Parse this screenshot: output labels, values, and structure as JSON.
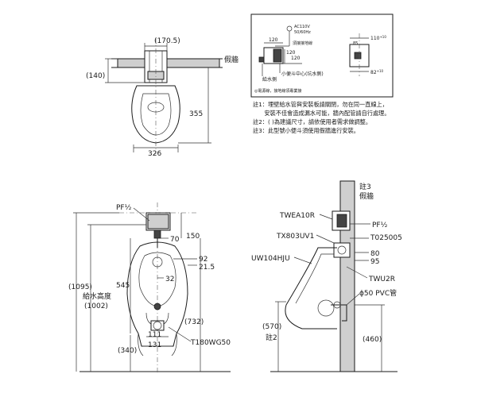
{
  "top_view": {
    "dim_width_top": "(170.5)",
    "dim_wall": "(140)",
    "label_false_wall": "假牆",
    "dim_height": "355",
    "dim_width_bottom": "326"
  },
  "inset": {
    "power": "AC110V",
    "freq": "50/60Hz",
    "ground": "接地",
    "ground_line": "須接接地線",
    "d120a": "120",
    "d120b": "120",
    "d120c": "120",
    "d85": "85",
    "d110": "110",
    "d110_sup": "+10",
    "d82": "82",
    "d82_sup": "+10",
    "label_supply": "給水側",
    "label_center": "小便斗中心(坑水側)",
    "legend": "◎電源線，接地線須專業接"
  },
  "notes": [
    "註1：埋壁給水管與安裝板請關閉，勿在同一直線上，",
    "　　安裝不佳會造成漏水可能，牆內配管請自行處理。",
    "註2：( )為建議尺寸，請依使用者需求做調整。",
    "註3：此型號小便斗須使用假牆進行安裝。"
  ],
  "front_view": {
    "pf": "PF½",
    "d150": "150",
    "d70": "70",
    "d92": "92",
    "d21_5": "21.5",
    "d32": "32",
    "d545": "545",
    "d1095": "(1095)",
    "supply_height_label": "給水高度",
    "d1002": "(1002)",
    "d732": "(732)",
    "d111": "111",
    "d131": "131",
    "d340": "(340)",
    "part_drain": "T180WG50"
  },
  "side_view": {
    "note3": "註3",
    "false_wall": "假牆",
    "part_sensor": "TWEA10R",
    "pf": "PF½",
    "part_valve": "TX803UV1",
    "part_flange": "T025005",
    "d80": "80",
    "d95": "95",
    "part_urinal": "UW104HJU",
    "part_trap": "TWU2R",
    "pipe": "ϕ50 PVC管",
    "d570": "(570)",
    "note2": "註2",
    "d460": "(460)"
  }
}
